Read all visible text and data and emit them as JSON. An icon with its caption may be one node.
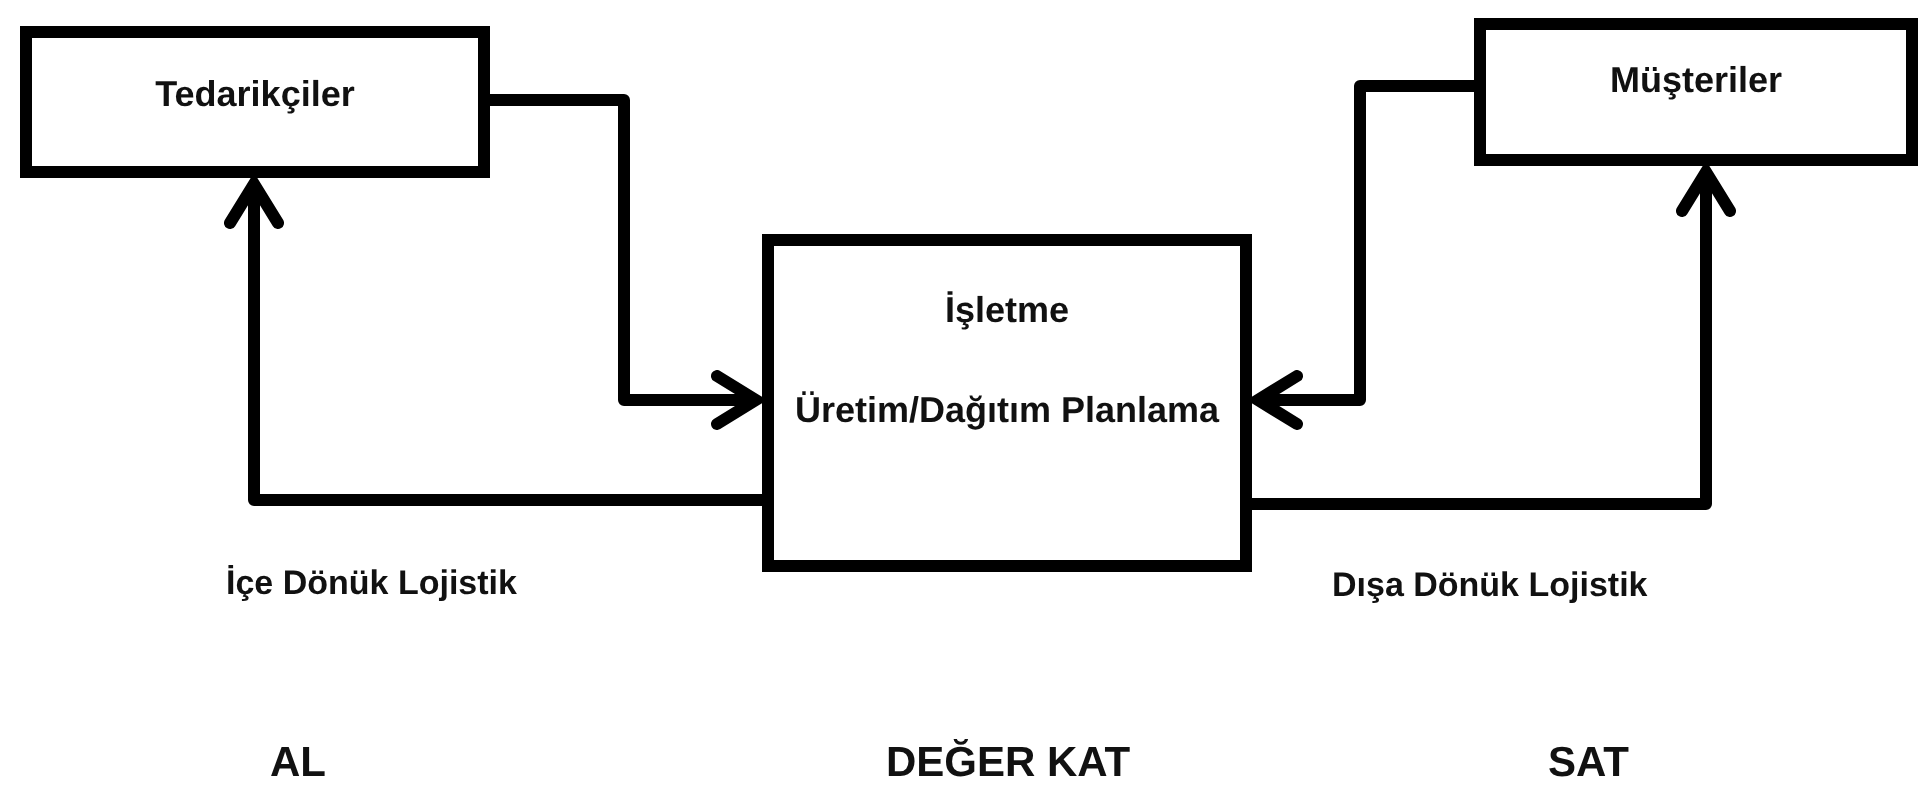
{
  "diagram": {
    "nodes": [
      {
        "text": [
          "Tedarikçiler"
        ]
      },
      {
        "text": [
          "İşletme",
          "Üretim/Dağıtım Planlama"
        ]
      },
      {
        "text": [
          "Müşteriler"
        ]
      }
    ],
    "edges": [
      {
        "from": 0,
        "to": 1,
        "arrow": "to"
      },
      {
        "from": 1,
        "to": 0,
        "arrow": "to"
      },
      {
        "from": 2,
        "to": 1,
        "arrow": "to"
      },
      {
        "from": 1,
        "to": 2,
        "arrow": "to"
      }
    ],
    "labels": [
      "İçe Dönük Lojistik",
      "Dışa Dönük Lojistik",
      "AL",
      "DEĞER KAT",
      "SAT"
    ]
  }
}
